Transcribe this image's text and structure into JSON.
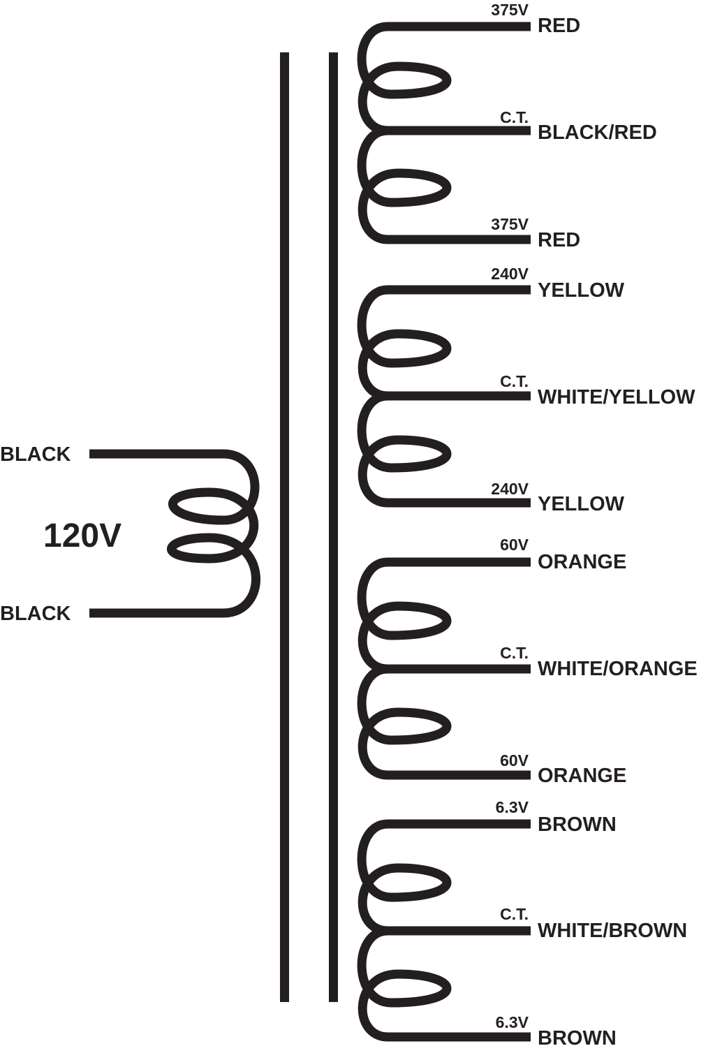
{
  "primary": {
    "voltage": "120V",
    "lead_top": "BLACK",
    "lead_bottom": "BLACK"
  },
  "secondaries": [
    {
      "leads": [
        {
          "voltage": "375V",
          "color": "RED"
        },
        {
          "voltage": "C.T.",
          "color": "BLACK/RED"
        },
        {
          "voltage": "375V",
          "color": "RED"
        }
      ]
    },
    {
      "leads": [
        {
          "voltage": "240V",
          "color": "YELLOW"
        },
        {
          "voltage": "C.T.",
          "color": "WHITE/YELLOW"
        },
        {
          "voltage": "240V",
          "color": "YELLOW"
        }
      ]
    },
    {
      "leads": [
        {
          "voltage": "60V",
          "color": "ORANGE"
        },
        {
          "voltage": "C.T.",
          "color": "WHITE/ORANGE"
        },
        {
          "voltage": "60V",
          "color": "ORANGE"
        }
      ]
    },
    {
      "leads": [
        {
          "voltage": "6.3V",
          "color": "BROWN"
        },
        {
          "voltage": "C.T.",
          "color": "WHITE/BROWN"
        },
        {
          "voltage": "6.3V",
          "color": "BROWN"
        }
      ]
    }
  ],
  "colors": {
    "ink": "#231f20",
    "background": "#ffffff"
  }
}
